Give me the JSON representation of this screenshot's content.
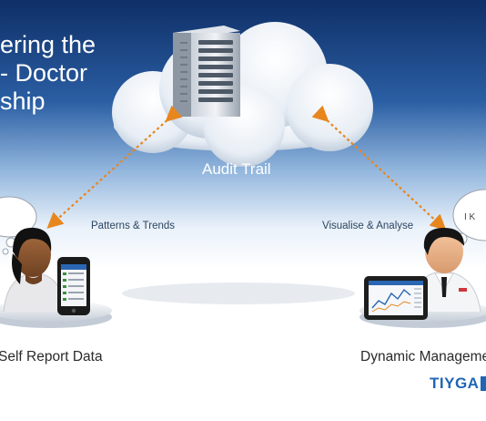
{
  "headline": {
    "line1": "ering the",
    "line2": "- Doctor",
    "line3": "ship"
  },
  "labels": {
    "audit_trail": "Audit Trail",
    "patterns_trends": "Patterns & Trends",
    "visualise_analyse": "Visualise & Analyse",
    "self_report": "Self Report Data",
    "dynamic_management": "Dynamic Manageme",
    "thought_right": "I K"
  },
  "brand": {
    "name": "TIYGA"
  },
  "colors": {
    "sky_top": "#0f2f67",
    "arrow": "#e8861e",
    "brand": "#1f66b5"
  },
  "icons": [
    "server-icon",
    "cloud-icon",
    "patient-icon",
    "smartphone-icon",
    "doctor-icon",
    "tablet-icon",
    "thought-bubble-icon"
  ]
}
